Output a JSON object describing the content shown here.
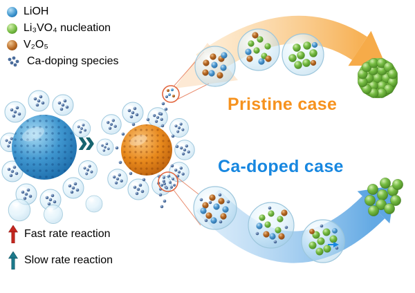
{
  "legend": {
    "items": [
      {
        "label": "LiOH"
      },
      {
        "label": "Li₃VO₄ nucleation"
      },
      {
        "label": "V₂O₅"
      },
      {
        "label": "Ca-doping species"
      }
    ]
  },
  "cases": {
    "pristine": {
      "label": "Pristine case",
      "color": "#F6921E"
    },
    "ca_doped": {
      "label": "Ca-doped case",
      "color": "#1787E0"
    }
  },
  "rates": {
    "fast": {
      "label": "Fast rate reaction",
      "color": "#C5261F"
    },
    "slow": {
      "label": "Slow rate reaction",
      "color": "#1C7A8C"
    }
  },
  "flow": {
    "chevron_glyph": "»"
  },
  "palette": {
    "lioh_blue": "#3F96CF",
    "nucleation_green": "#74B83E",
    "v2o5_brown": "#B96A24",
    "ca_species_gray_blue": "#4A6C9B",
    "pristine_band_orange": "#F4A93F",
    "ca_band_blue": "#4FA8E8",
    "callout_red": "#E2643C"
  }
}
